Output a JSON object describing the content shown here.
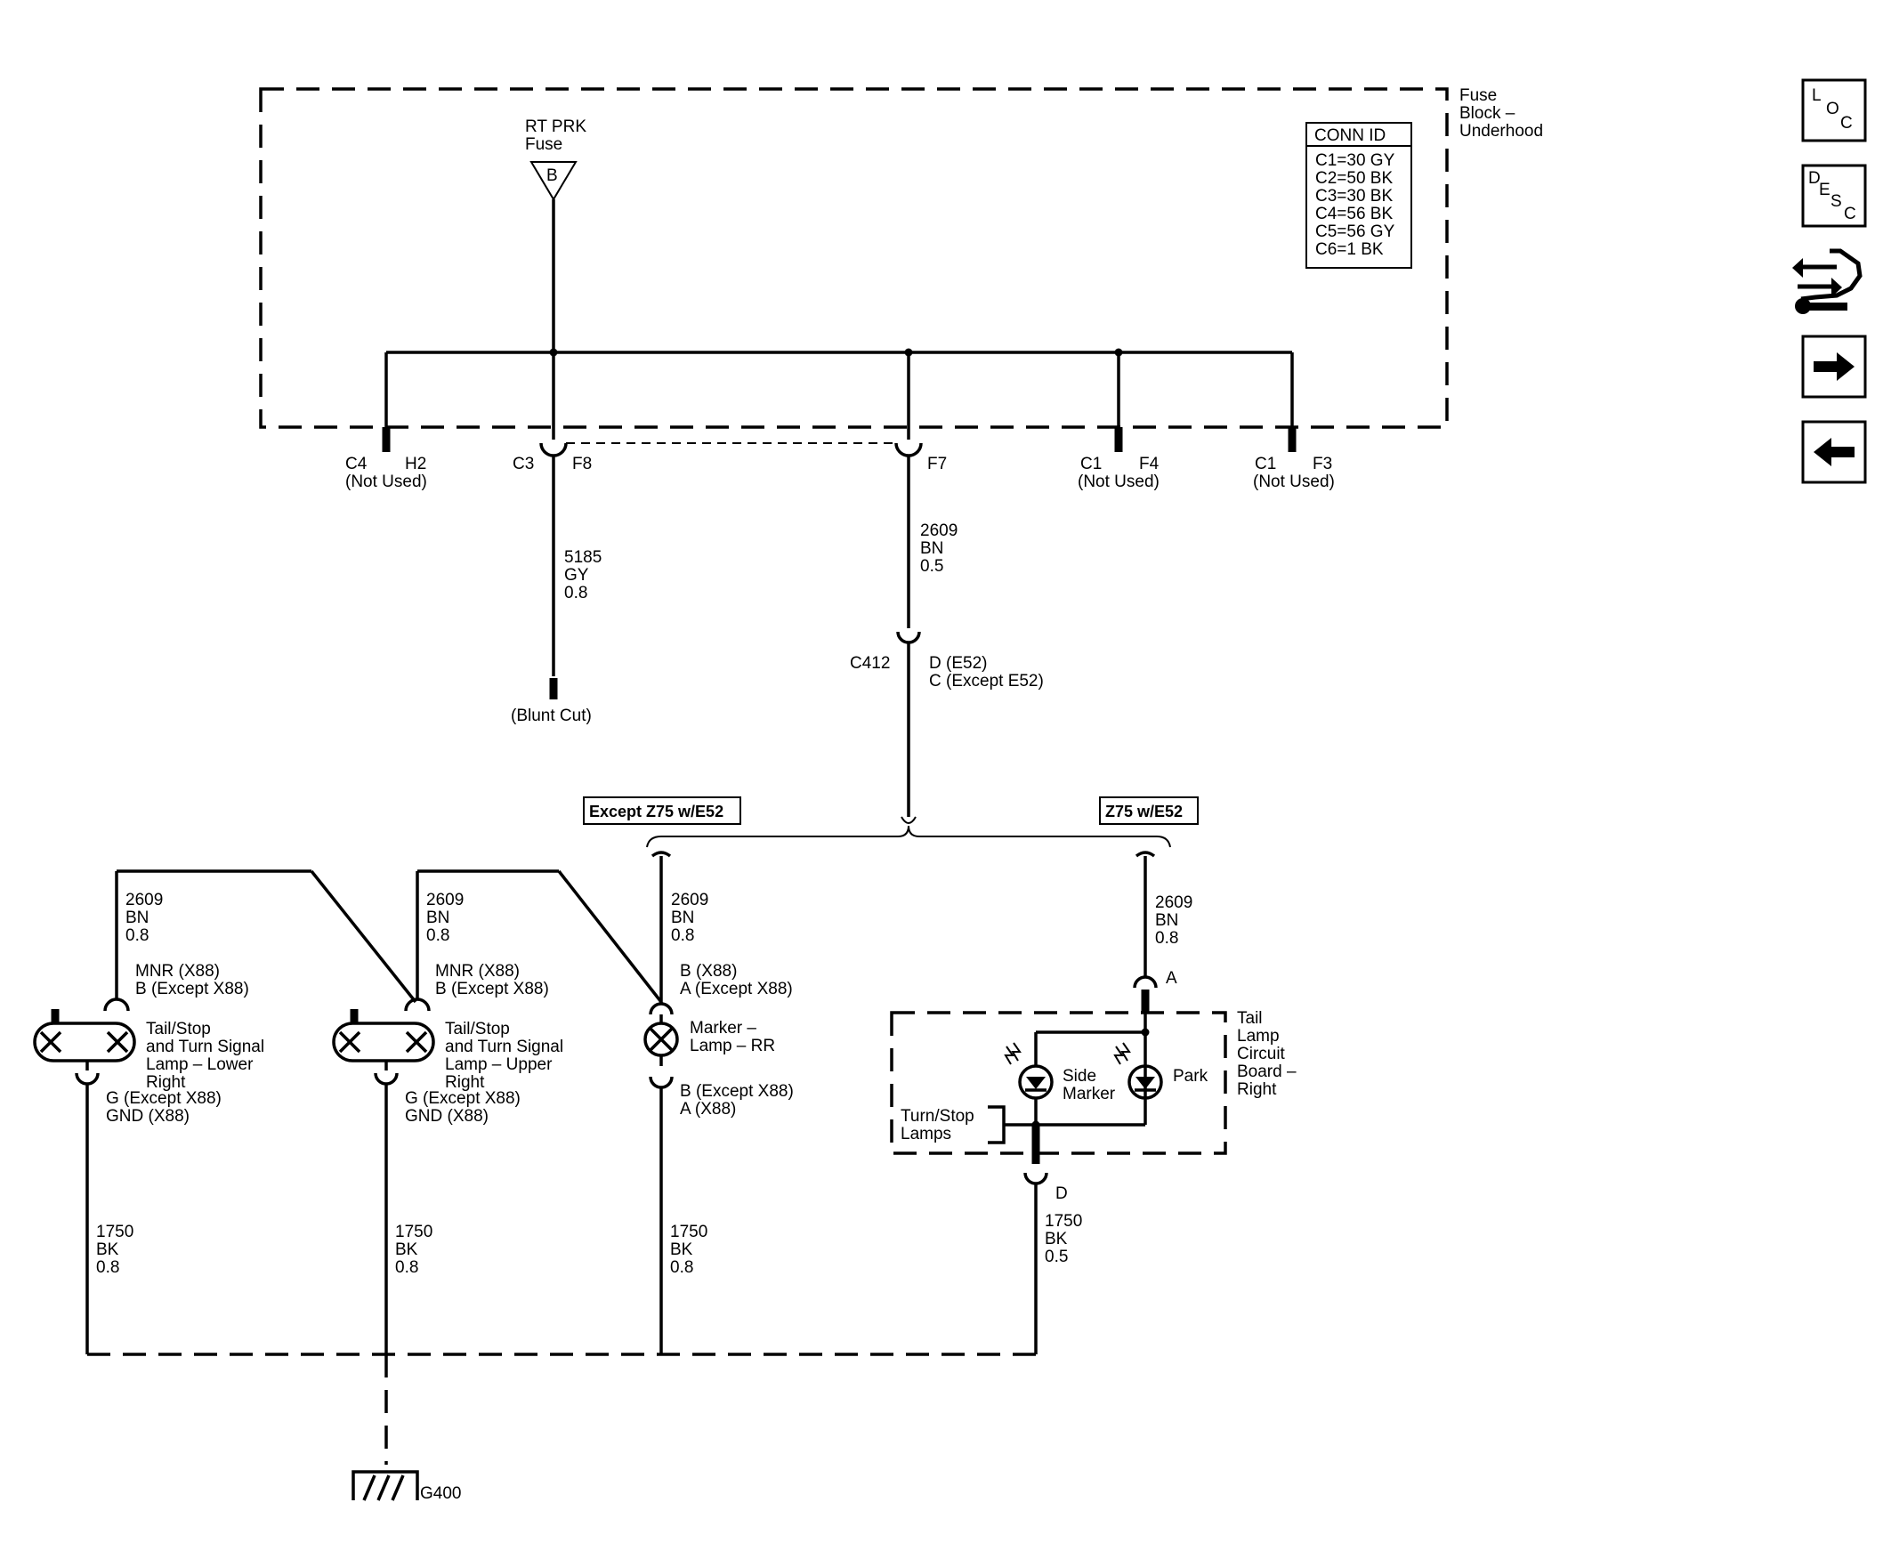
{
  "fuse_block": {
    "title_lines": [
      "Fuse",
      "Block –",
      "Underhood"
    ],
    "fuse_name_lines": [
      "RT PRK",
      "Fuse"
    ],
    "fuse_letter": "B",
    "conn_id": {
      "title": "CONN ID",
      "rows": [
        "C1=30 GY",
        "C2=50 BK",
        "C3=30 BK",
        "C4=56 BK",
        "C5=56 GY",
        "C6=1 BK"
      ]
    }
  },
  "terminals": {
    "c4_h2": {
      "conn": "C4",
      "pin": "H2",
      "note": "(Not Used)"
    },
    "c3_f8": {
      "conn": "C3",
      "pin": "F8"
    },
    "f7": {
      "pin": "F7"
    },
    "c1_f4": {
      "conn": "C1",
      "pin": "F4",
      "note": "(Not Used)"
    },
    "c1_f3": {
      "conn": "C1",
      "pin": "F3",
      "note": "(Not Used)"
    }
  },
  "wires": {
    "w5185": [
      "5185",
      "GY",
      "0.8"
    ],
    "w2609_top": [
      "2609",
      "BN",
      "0.5"
    ],
    "w2609_lower_left": [
      "2609",
      "BN",
      "0.8"
    ],
    "w2609_upper_left": [
      "2609",
      "BN",
      "0.8"
    ],
    "w2609_marker": [
      "2609",
      "BN",
      "0.8"
    ],
    "w2609_tail": [
      "2609",
      "BN",
      "0.8"
    ],
    "w1750_a": [
      "1750",
      "BK",
      "0.8"
    ],
    "w1750_b": [
      "1750",
      "BK",
      "0.8"
    ],
    "w1750_c": [
      "1750",
      "BK",
      "0.8"
    ],
    "w1750_d": [
      "1750",
      "BK",
      "0.5"
    ]
  },
  "blunt_cut": "(Blunt Cut)",
  "c412": {
    "conn": "C412",
    "pins": [
      "D (E52)",
      "C (Except E52)"
    ]
  },
  "options": {
    "except": "Except Z75 w/E52",
    "z75": "Z75 w/E52"
  },
  "lamps": {
    "lower": {
      "pin_top": [
        "MNR (X88)",
        "B (Except X88)"
      ],
      "name": [
        "Tail/Stop",
        "and Turn Signal",
        "Lamp – Lower",
        "Right"
      ],
      "pin_bottom": [
        "G (Except X88)",
        "GND (X88)"
      ]
    },
    "upper": {
      "pin_top": [
        "MNR (X88)",
        "B (Except X88)"
      ],
      "name": [
        "Tail/Stop",
        "and Turn Signal",
        "Lamp – Upper",
        "Right"
      ],
      "pin_bottom": [
        "G (Except X88)",
        "GND (X88)"
      ]
    },
    "marker": {
      "pin_top": [
        "B (X88)",
        "A (Except X88)"
      ],
      "name": [
        "Marker –",
        "Lamp – RR"
      ],
      "pin_bottom": [
        "B (Except X88)",
        "A (X88)"
      ]
    }
  },
  "circuit_board": {
    "name": [
      "Tail",
      "Lamp",
      "Circuit",
      "Board –",
      "Right"
    ],
    "pin_a": "A",
    "pin_d": "D",
    "side_marker": [
      "Side",
      "Marker"
    ],
    "park": "Park",
    "turn_stop": [
      "Turn/Stop",
      "Lamps"
    ]
  },
  "ground": "G400",
  "nav": {
    "loc": [
      "L",
      "O",
      "C"
    ],
    "desc": [
      "D",
      "E",
      "S",
      "C"
    ],
    "buttons": [
      "loc",
      "desc",
      "service",
      "next",
      "previous"
    ]
  }
}
